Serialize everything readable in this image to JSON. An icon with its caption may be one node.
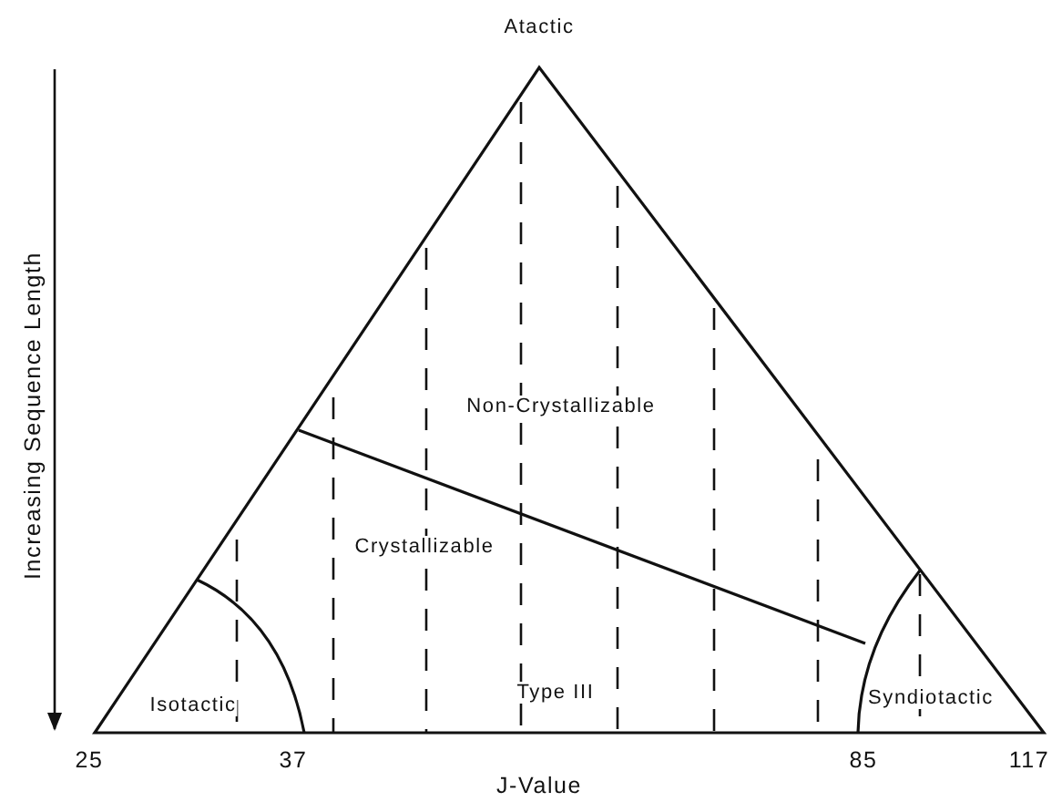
{
  "diagram": {
    "labels": [
      "Atactic",
      "Increasing Sequence Length",
      "Non-Crystallizable",
      "Crystallizable",
      "Type III",
      "Isotactic",
      "Syndiotactic",
      "25",
      "37",
      "85",
      "117",
      "J-Value"
    ]
  }
}
